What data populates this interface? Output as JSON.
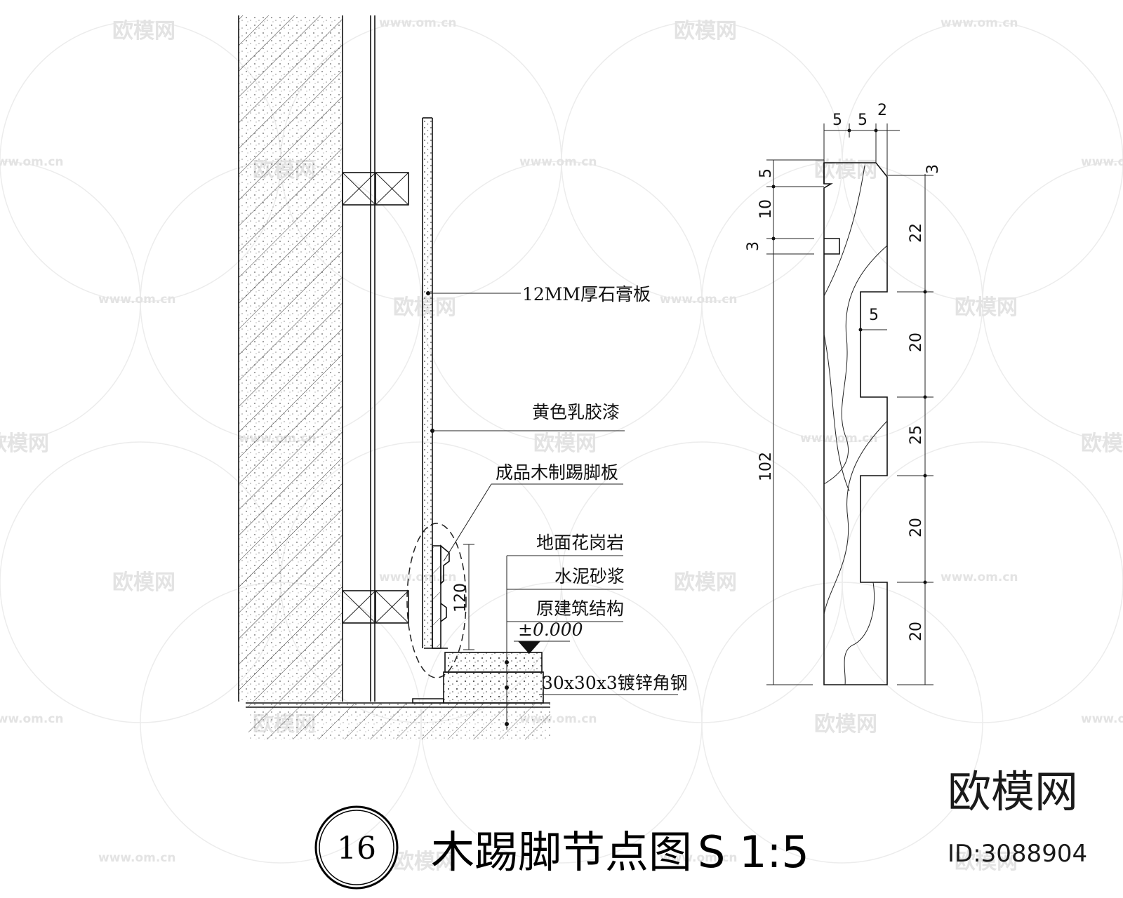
{
  "labels": {
    "gypsum": "12MM厚石膏板",
    "paint": "黄色乳胶漆",
    "baseboard": "成品木制踢脚板",
    "granite": "地面花岗岩",
    "mortar": "水泥砂浆",
    "structure": "原建筑结构",
    "level": "±0.000",
    "angle_steel": "30x30x3镀锌角钢",
    "height_120": "120"
  },
  "profile_dims": {
    "top": [
      "5",
      "5",
      "2"
    ],
    "left": [
      "5",
      "10",
      "3"
    ],
    "inner": "5",
    "total": "102",
    "right": [
      "3",
      "22",
      "20",
      "25",
      "20",
      "20"
    ]
  },
  "title": {
    "number": "16",
    "name": "木踢脚节点图",
    "scale": "S 1:5"
  },
  "watermark": {
    "brand": "欧模网",
    "id": "ID:3088904",
    "repeat_text": "欧模网",
    "url": "www.om.cn"
  }
}
